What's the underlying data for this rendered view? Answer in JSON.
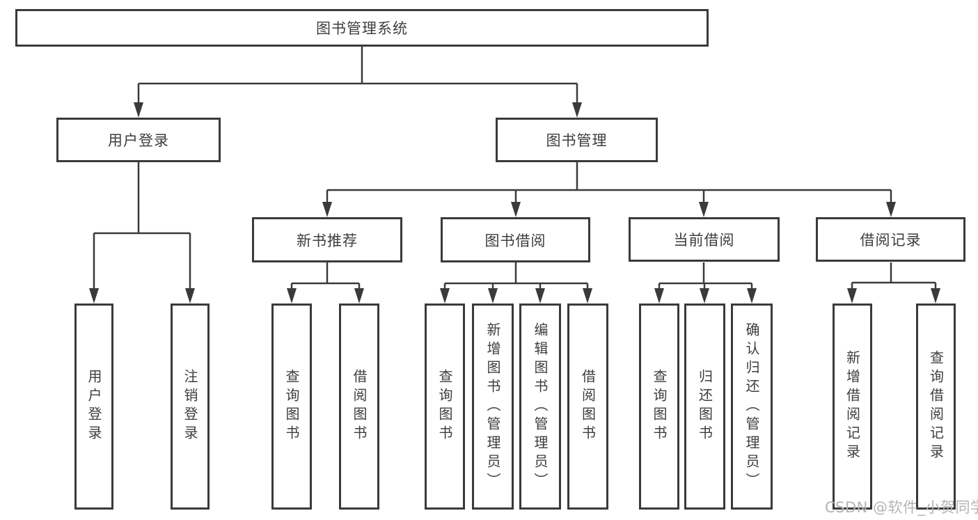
{
  "tree": {
    "root": "图书管理系统",
    "children": [
      {
        "label": "用户登录",
        "children": [
          {
            "label": "用户登录"
          },
          {
            "label": "注销登录"
          }
        ]
      },
      {
        "label": "图书管理",
        "children": [
          {
            "label": "新书推荐",
            "children": [
              {
                "label": "查询图书"
              },
              {
                "label": "借阅图书"
              }
            ]
          },
          {
            "label": "图书借阅",
            "children": [
              {
                "label": "查询图书"
              },
              {
                "label": "新增图书（管理员）"
              },
              {
                "label": "编辑图书（管理员）"
              },
              {
                "label": "借阅图书"
              }
            ]
          },
          {
            "label": "当前借阅",
            "children": [
              {
                "label": "查询图书"
              },
              {
                "label": "归还图书"
              },
              {
                "label": "确认归还（管理员）"
              }
            ]
          },
          {
            "label": "借阅记录",
            "children": [
              {
                "label": "新增借阅记录"
              },
              {
                "label": "查询借阅记录"
              }
            ]
          }
        ]
      }
    ]
  },
  "watermark": {
    "text": "CSDN @软件_小贺同学"
  },
  "colors": {
    "line": "#3a3a3a",
    "text": "#3d3d42",
    "watermark": "#b4b4b8",
    "background": "#ffffff"
  }
}
